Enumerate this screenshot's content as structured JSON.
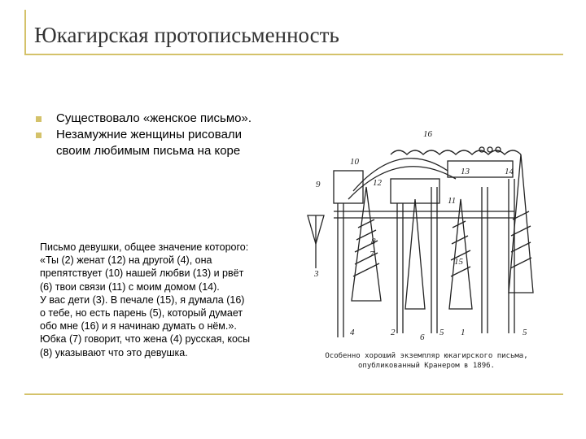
{
  "slide": {
    "title": "Юкагирская протописьменность",
    "bullets": [
      "Существовало «женское письмо».",
      "Незамужние женщины рисовали своим любимым письма на коре"
    ],
    "letter_lines": [
      "Письмо девушки, общее значение которого:",
      "«Ты (2) женат (12) на другой (4), она",
      "препятствует (10) нашей любви (13) и рвёт",
      "(6) твои связи (11) с моим домом (14).",
      "У вас дети (3). В печале (15), я думала (16)",
      "о тебе, но есть парень (5), который думает",
      "обо мне (16) и я начинаю думать о нём.».",
      "Юбка (7) говорит, что жена (4) русская, косы",
      "(8) указывают что это девушка."
    ],
    "figure": {
      "labels": [
        "16",
        "10",
        "9",
        "12",
        "11",
        "13",
        "14",
        "3",
        "8",
        "7",
        "15",
        "4",
        "2",
        "6",
        "5",
        "1",
        "5"
      ],
      "caption_lines": [
        "Особенно хороший экземпляр юкагирского письма,",
        "опубликованный Кранером в 1896."
      ]
    }
  }
}
